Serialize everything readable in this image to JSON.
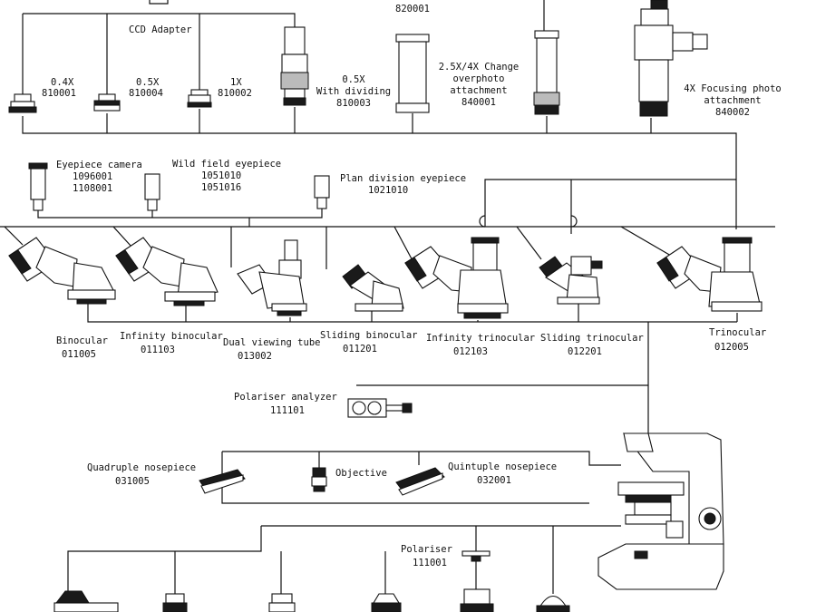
{
  "top_items": [
    {
      "id": "820001",
      "name": "",
      "code": "820001"
    },
    {
      "id": "ccd",
      "name": "CCD Adapter"
    },
    {
      "id": "a04",
      "name": "0.4X",
      "code": "810001"
    },
    {
      "id": "a05",
      "name": "0.5X",
      "code": "810004"
    },
    {
      "id": "a1",
      "name": "1X",
      "code": "810002"
    },
    {
      "id": "a05d",
      "name": "0.5X",
      "name2": "With dividing",
      "code": "810003"
    },
    {
      "id": "change",
      "name": "2.5X/4X Change",
      "name2": "overphoto",
      "name3": "attachment",
      "code": "840001"
    },
    {
      "id": "focus",
      "name": "4X Focusing photo",
      "name2": "attachment",
      "code": "840002"
    }
  ],
  "eyepieces": [
    {
      "id": "cam",
      "name": "Eyepiece camera",
      "code": "1096001",
      "code2": "1108001"
    },
    {
      "id": "wide",
      "name": "Wild field eyepiece",
      "code": "1051010",
      "code2": "1051016"
    },
    {
      "id": "plan",
      "name": "Plan division eyepiece",
      "code": "1021010"
    }
  ],
  "heads": [
    {
      "id": "bino",
      "name": "Binocular",
      "code": "011005"
    },
    {
      "id": "infbino",
      "name": "Infinity binocular",
      "code": "011103"
    },
    {
      "id": "dual",
      "name": "Dual viewing tube",
      "code": "013002"
    },
    {
      "id": "slbino",
      "name": "Sliding binocular",
      "code": "011201"
    },
    {
      "id": "inftri",
      "name": "Infinity trinocular",
      "code": "012103"
    },
    {
      "id": "sltri",
      "name": "Sliding trinocular",
      "code": "012201"
    },
    {
      "id": "tri",
      "name": "Trinocular",
      "code": "012005"
    }
  ],
  "analyzer": {
    "name": "Polariser analyzer",
    "code": "111101"
  },
  "nosepieces": [
    {
      "id": "quad",
      "name": "Quadruple nosepiece",
      "code": "031005"
    },
    {
      "id": "obj",
      "name": "Objective"
    },
    {
      "id": "quin",
      "name": "Quintuple nosepiece",
      "code": "032001"
    }
  ],
  "polariser": {
    "name": "Polariser",
    "code": "111001"
  }
}
